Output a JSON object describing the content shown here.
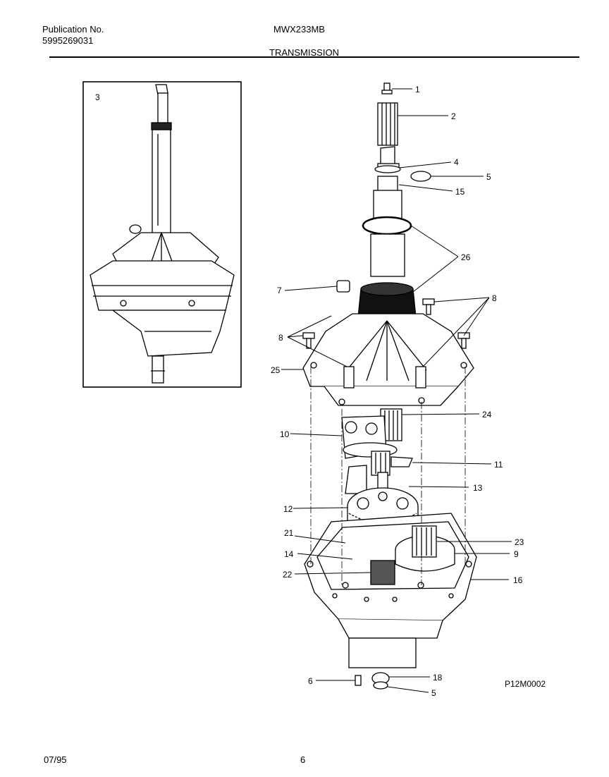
{
  "header": {
    "publication_label": "Publication No.",
    "publication_number": "5995269031",
    "model": "MWX233MB",
    "section_title": "TRANSMISSION"
  },
  "diagram": {
    "inset_label": "3",
    "drawing_code": "P12M0002",
    "callouts": {
      "c1": "1",
      "c2": "2",
      "c4": "4",
      "c5a": "5",
      "c15": "15",
      "c26": "26",
      "c7": "7",
      "c8a": "8",
      "c8b": "8",
      "c25": "25",
      "c24": "24",
      "c10": "10",
      "c11": "11",
      "c13": "13",
      "c12": "12",
      "c21": "21",
      "c23": "23",
      "c14": "14",
      "c9": "9",
      "c22": "22",
      "c16": "16",
      "c6": "6",
      "c18": "18",
      "c5b": "5"
    }
  },
  "footer": {
    "date": "07/95",
    "page": "6"
  }
}
